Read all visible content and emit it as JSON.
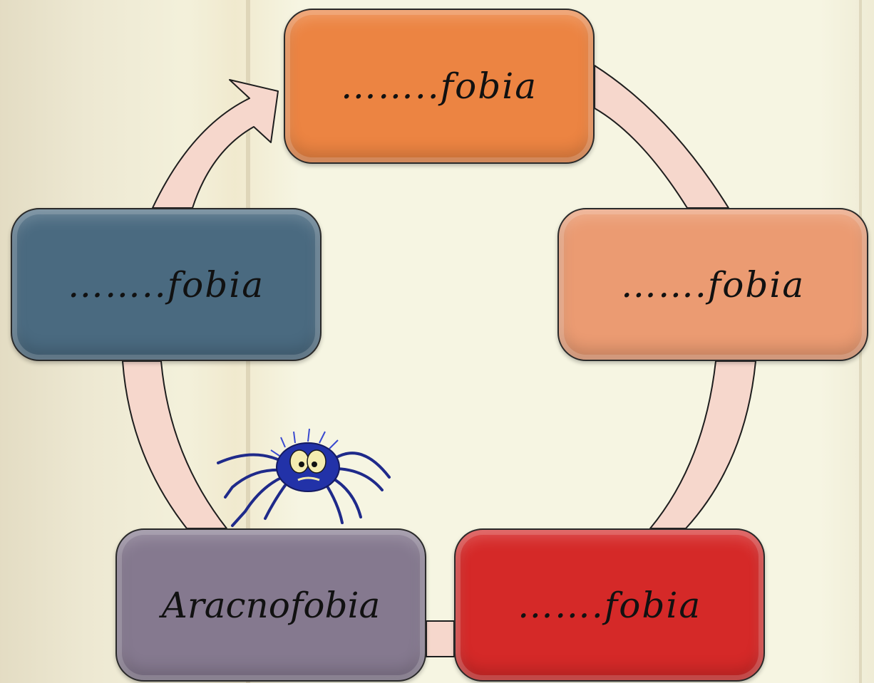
{
  "diagram": {
    "nodes": [
      {
        "id": "top",
        "label": "……..fobia",
        "color": "#ec8442"
      },
      {
        "id": "right",
        "label": "…….fobia",
        "color": "#eb9b72"
      },
      {
        "id": "bottom-right",
        "label": "…….fobia",
        "color": "#d52928"
      },
      {
        "id": "bottom-left",
        "label": "Aracnofobia",
        "color": "#85798f"
      },
      {
        "id": "left",
        "label": "……..fobia",
        "color": "#4a6a80"
      }
    ],
    "connector_color": "#f6d7cc",
    "illustration": "spider-icon"
  }
}
